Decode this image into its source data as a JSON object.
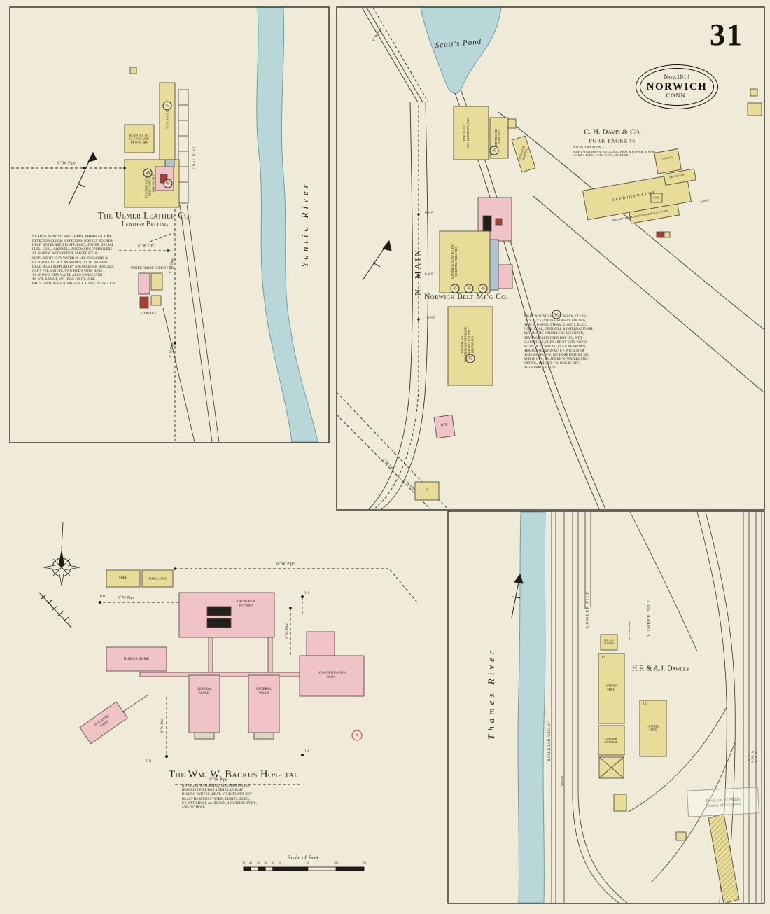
{
  "page": {
    "sheet_number": "31",
    "stamp": {
      "date": "Nov.1914",
      "city": "NORWICH",
      "state": "CONN."
    },
    "scale": {
      "title": "Scale of Feet.",
      "ticks": [
        "50",
        "40",
        "30",
        "20",
        "10",
        "0",
        "50",
        "100",
        "150"
      ]
    },
    "congress_stamp": {
      "line1": "Division of Maps",
      "line2": "Library of Congress"
    }
  },
  "labels": {
    "pipe6": "6\" W. Pipe",
    "gwp": "G.W.P.",
    "dh": "D.H.",
    "circ45": "45",
    "circW": "W."
  },
  "ulmer": {
    "title": "The Ulmer Leather Co.",
    "subtitle": "Leather Belting",
    "river": "Yantic River",
    "storage_vert": "STORAGE",
    "coal_bins": "COAL BINS",
    "beam_house": "BEAM HO. 1ST\nGLUEING 2ND\nDRYING 3RD",
    "tannery": "TANNING 1ST, OFF. &\nBELT COMP'G 2ND\nDRYING 3RD",
    "wpc_title": "WATER PROOF CEMENT CO.",
    "wpc_storage": "STORAGE",
    "notes": "NIGHT W. SUNDAY: WATCHMAN, AMERICAN TIME\nDETECTOR CLOCK, 9 STATIONS, HOURLY ROUNDS,\nHEAT: HOT BLAST, LIGHTS: ELEC., POWER: STEAM,\nFUEL: COAL, GRINNELL AUTOMATIC SPRINKLERS\nAS SHOWN, WET SYSTEM, SPACED 8'X10',\nSUPPLIED BY CITY WATER 30 LBS. PRESSURE &\nBY 30,000 GAL. W.T. AS SHOWN, 20' TO HIGHEST\nHEAD, ALSO SUPPLIED BY KNOWLES F.P. 500 GALS.\nCAP'Y PER MINUTE, TWO HYD'S WITH HOSE\nAS SHOWN, CITY WATER ALSO CONNECTED\nTO W.T. & PUMP, 2½\" HOSE ON F.P., FIRE\nPAILS THROUGHOUT, PRIVATE F.A. BOX IN ENG. R'M."
  },
  "belt": {
    "pond": "Scott's Pond",
    "street": "N. MAIN",
    "company": "Norwich Belt Mf'g Co.",
    "hide_house": "HIDE HO. 1ST\nOFF. & FINISHING 2ND",
    "drying": "DRYING 2ND\nOPEN 3RD",
    "tanning": "TANNING & BEAM HO. 1ST\nCURRYING 2ND & 3RD",
    "finishing": "TANNING 1ST\nFINISHING & STOR'GE 2ND\nSHOP & BELT R'M 3RD\nDRYING 4TH",
    "storehouse": "STORAGE &\nWAREHO.",
    "office": "OFF.",
    "shed_d": "D",
    "notes": "NIGHT & SUNDAY: WATCHMAN, CLERK,\nCLOCK, 9 STATIONS, HOURLY ROUNDS,\nHEAT & POWER: STEAM, LIGHTS: ELEC.,\nFUEL: COAL, GRINNELL & INTERNATIONAL\nAUTOMATIC SPRINKLERS AS SHOWN,\nDRY SYSTEM IN OPEN DRY HO., WET\nELSEWHERE, SUPPLIED BY CITY WATER\n30 LBS. & BY KNOWLES F.P. AS SHOWN,\nHEADS SPACED 10'X8', F.P. WITH 30' OF\nHOSE AS SHOWN, 150' HOSE IN PUMP HO.\nAND IN OFF., GUARDED W. WATERS FIRE\nEXTING., PRIVATE F.A. BOX IN OFF.,\nPAILS THROUGHOUT."
  },
  "davis": {
    "company": "C. H. Davis & Co.",
    "business": "PORK PACKERS",
    "refrigerator": "REFRIGERATOR",
    "freezing": "FREEZING ROOM 1ST, STORAGE & HOG R'M 2ND",
    "fertilizer": "FERTILIZER",
    "hog_house": "HOG HO.",
    "com": "COM.",
    "siding": "Siding",
    "notes": "NOT IN OPERATION,\nNIGHT WATCHMAN, NO CLOCK, HEAT & POWER: STEAM,\nLIGHTS: ELEC., FUEL: COAL, 30' HOSE."
  },
  "backus": {
    "title": "The Wm. W. Backus Hospital",
    "nurses_home": "NURSES HOME",
    "general_ward": "GENERAL\nWARD",
    "isolating_ward": "ISOLATING\nWARD",
    "admin": "ADMINISTRATION\nBLDG.",
    "laundry": "LAUNDRY &\nKITCHEN",
    "shed": "SHED",
    "ambulance": "AMBULANCE",
    "marker_a": "A",
    "notes": "NO NIGHT WATCHMAN, FIREMAN MAKES\nROUNDS OF BL'DGS 4 TIMES A NIGHT\nDURING WINTER, HEAT: STURTEVANT HOT\nBLAST HEATING SYSTEM, LIGHTS: ELEC.,\nF.P. WITH HOSE AS SHOWN, 4 OUTSIDE HYD'S,\n400'-2½\" HOSE."
  },
  "dawley": {
    "river": "Thames River",
    "company": "H.F. & A.J. Dawley",
    "lumber_shed": "LUMBER\nSHED",
    "lumber_storage": "LUMBER\nSTORAGE",
    "office": "OFF. & R.\nLUMBER",
    "lumber_pile": "LUMBER PILE",
    "railroad_wharf": "RAILROAD WHARF",
    "siding": "SIDING",
    "railroad": "N.Y., N.H. & H. R.R.",
    "distance_note": "600' TO W.P. & R.R.",
    "num12": "12"
  }
}
